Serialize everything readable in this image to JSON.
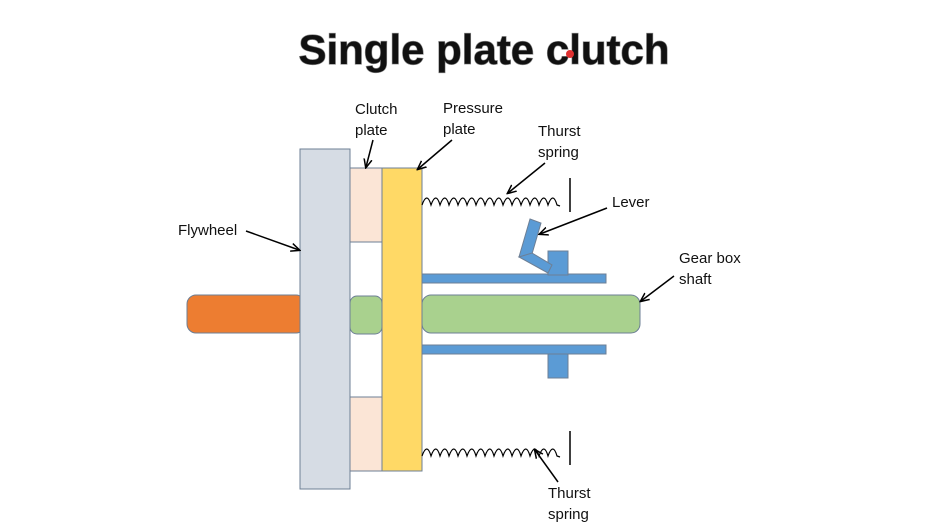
{
  "title": "Single plate clutch",
  "labels": {
    "flywheel": "Flywheel",
    "clutch_plate_line1": "Clutch",
    "clutch_plate_line2": "plate",
    "pressure_plate_line1": "Pressure",
    "pressure_plate_line2": "plate",
    "thrust_spring_top_line1": "Thurst",
    "thrust_spring_top_line2": "spring",
    "lever": "Lever",
    "gearbox_line1": "Gear box",
    "gearbox_line2": "shaft",
    "thrust_spring_bottom_line1": "Thurst",
    "thrust_spring_bottom_line2": "spring"
  },
  "colors": {
    "engine_shaft": "#ed7d31",
    "flywheel": "#d6dce4",
    "clutch_plate": "#fbe5d6",
    "clutch_hub": "#a9d18e",
    "pressure_plate": "#ffd966",
    "gearbox_shaft": "#a9d18e",
    "lever_parts": "#5b9bd5",
    "cursor_dot": "#e03030"
  }
}
